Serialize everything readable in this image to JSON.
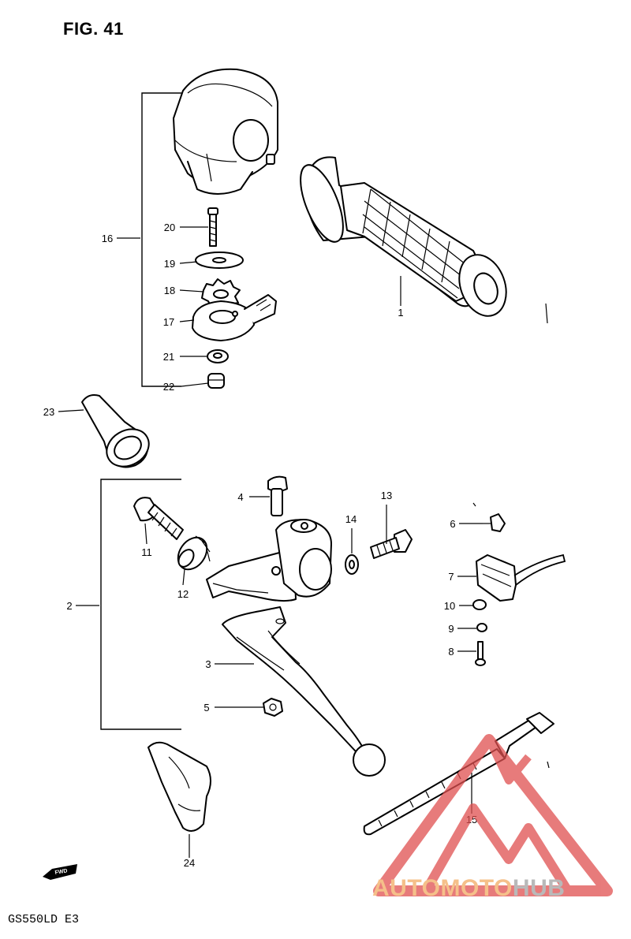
{
  "figure": {
    "title": "FIG. 41",
    "model_code": "GS550LD E3",
    "fwd_label": "FWD"
  },
  "callouts": [
    "1",
    "2",
    "3",
    "4",
    "5",
    "6",
    "7",
    "8",
    "9",
    "10",
    "11",
    "12",
    "13",
    "14",
    "15",
    "16",
    "17",
    "18",
    "19",
    "20",
    "21",
    "22",
    "23",
    "24"
  ],
  "watermark": {
    "text_a": "AUTOMOTO",
    "text_b": "HUB",
    "color_a": "#f5c08a",
    "color_b": "#b9b9b9",
    "logo_color": "#e05050"
  }
}
